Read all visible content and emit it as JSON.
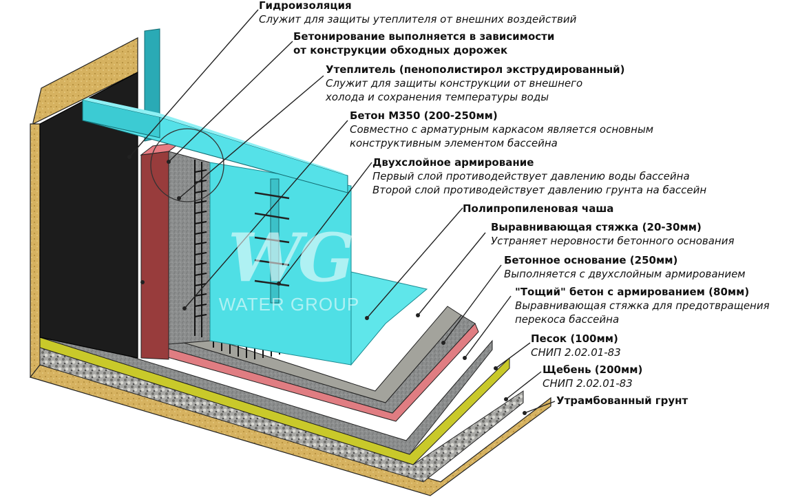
{
  "labels": [
    {
      "id": "waterproofing",
      "title": "Гидроизоляция",
      "desc": [
        "Служит для защиты утеплителя от внешних воздействий"
      ]
    },
    {
      "id": "concreting",
      "title": "Бетонирование выполняется в зависимости",
      "desc": [],
      "bold_lines": [
        "от конструкции обходных дорожек"
      ]
    },
    {
      "id": "insulation",
      "title": "Утеплитель (пенополистирол экструдированный)",
      "desc": [
        "Служит для защиты конструкции от внешнего",
        "холода и сохранения температуры воды"
      ]
    },
    {
      "id": "concrete",
      "title": "Бетон М350 (200-250мм)",
      "desc": [
        "Совместно с арматурным каркасом является основным",
        "конструктивным элементом бассейна"
      ]
    },
    {
      "id": "reinforcement",
      "title": "Двухслойное армирование",
      "desc": [
        "Первый слой противодействует давлению воды бассейна",
        "Второй слой противодействует давлению грунта на бассейн"
      ]
    },
    {
      "id": "bowl",
      "title": "Полипропиленовая чаша",
      "desc": []
    },
    {
      "id": "screed",
      "title": "Выравнивающая стяжка (20-30мм)",
      "desc": [
        "Устраняет неровности бетонного основания"
      ]
    },
    {
      "id": "base",
      "title": "Бетонное основание (250мм)",
      "desc": [
        "Выполняется с двухслойным армированием"
      ]
    },
    {
      "id": "lean",
      "title": "\"Тощий\" бетон с армированием (80мм)",
      "desc": [
        "Выравнивающая стяжка для предотвращения",
        "перекоса бассейна"
      ]
    },
    {
      "id": "sand",
      "title": "Песок (100мм)",
      "desc": [
        "СНИП 2.02.01-83"
      ]
    },
    {
      "id": "gravel",
      "title": "Щебень (200мм)",
      "desc": [
        "СНИП 2.02.01-83"
      ]
    },
    {
      "id": "soil",
      "title": "Утрамбованный грунт",
      "desc": []
    }
  ],
  "watermark": {
    "logo": "WG",
    "text": "WATER GROUP"
  },
  "colors": {
    "bowl": "#4fe0e6",
    "insulation_pink": "#e8848a",
    "concrete_gray": "#8a8c8c",
    "soil": "#d9b65a",
    "sand_yellow": "#d4d400",
    "waterproofing": "#1e1e1e",
    "brick": "#9a3d3d"
  }
}
